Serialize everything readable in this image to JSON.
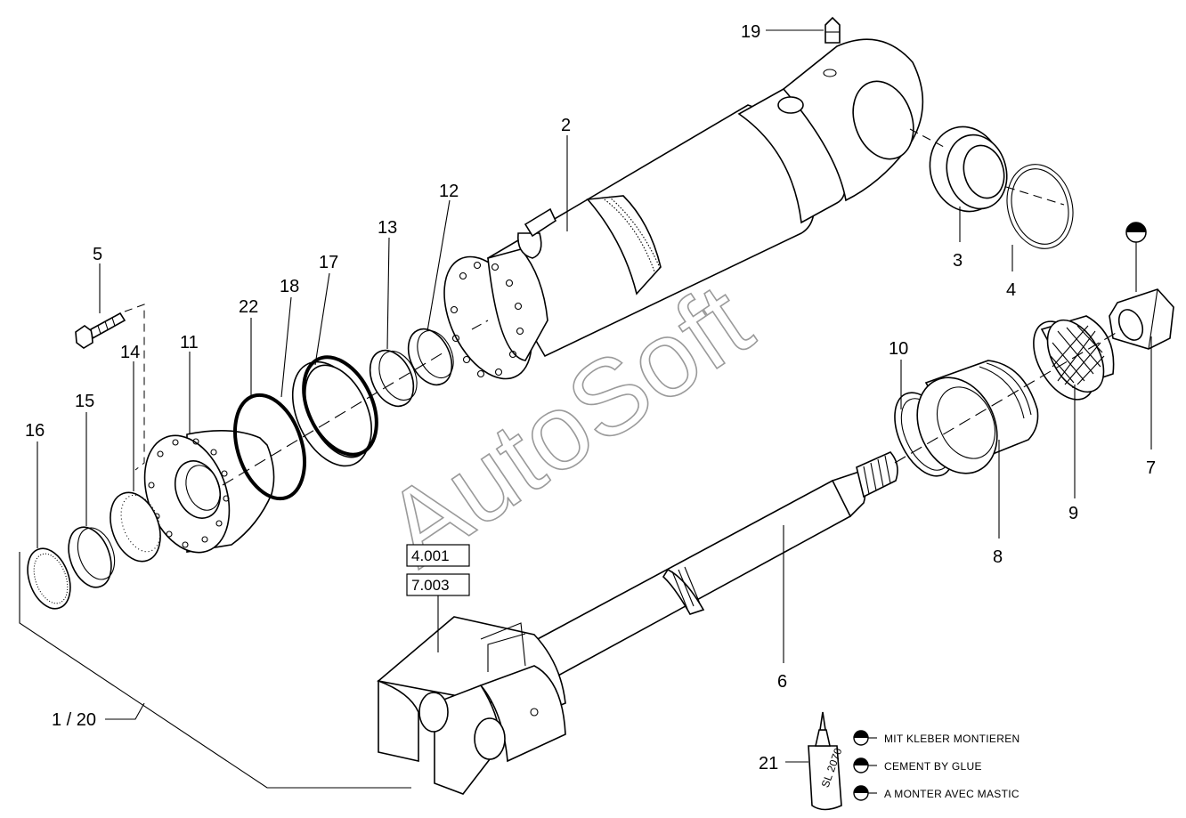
{
  "watermark": "AutoSoft",
  "callouts": [
    {
      "id": "c2",
      "label": "2"
    },
    {
      "id": "c3",
      "label": "3"
    },
    {
      "id": "c4",
      "label": "4"
    },
    {
      "id": "c5",
      "label": "5"
    },
    {
      "id": "c6",
      "label": "6"
    },
    {
      "id": "c7",
      "label": "7"
    },
    {
      "id": "c8",
      "label": "8"
    },
    {
      "id": "c9",
      "label": "9"
    },
    {
      "id": "c10",
      "label": "10"
    },
    {
      "id": "c11",
      "label": "11"
    },
    {
      "id": "c12",
      "label": "12"
    },
    {
      "id": "c13",
      "label": "13"
    },
    {
      "id": "c14",
      "label": "14"
    },
    {
      "id": "c15",
      "label": "15"
    },
    {
      "id": "c16",
      "label": "16"
    },
    {
      "id": "c17",
      "label": "17"
    },
    {
      "id": "c18",
      "label": "18"
    },
    {
      "id": "c19",
      "label": "19"
    },
    {
      "id": "c21",
      "label": "21"
    },
    {
      "id": "c22",
      "label": "22"
    },
    {
      "id": "c120",
      "label": "1 / 20"
    }
  ],
  "references": [
    "4.001",
    "7.003"
  ],
  "legend": {
    "bottle_label": "SL 2070",
    "lines": [
      "MIT KLEBER MONTIEREN",
      "CEMENT BY GLUE",
      "A MONTER AVEC MASTIC"
    ]
  }
}
